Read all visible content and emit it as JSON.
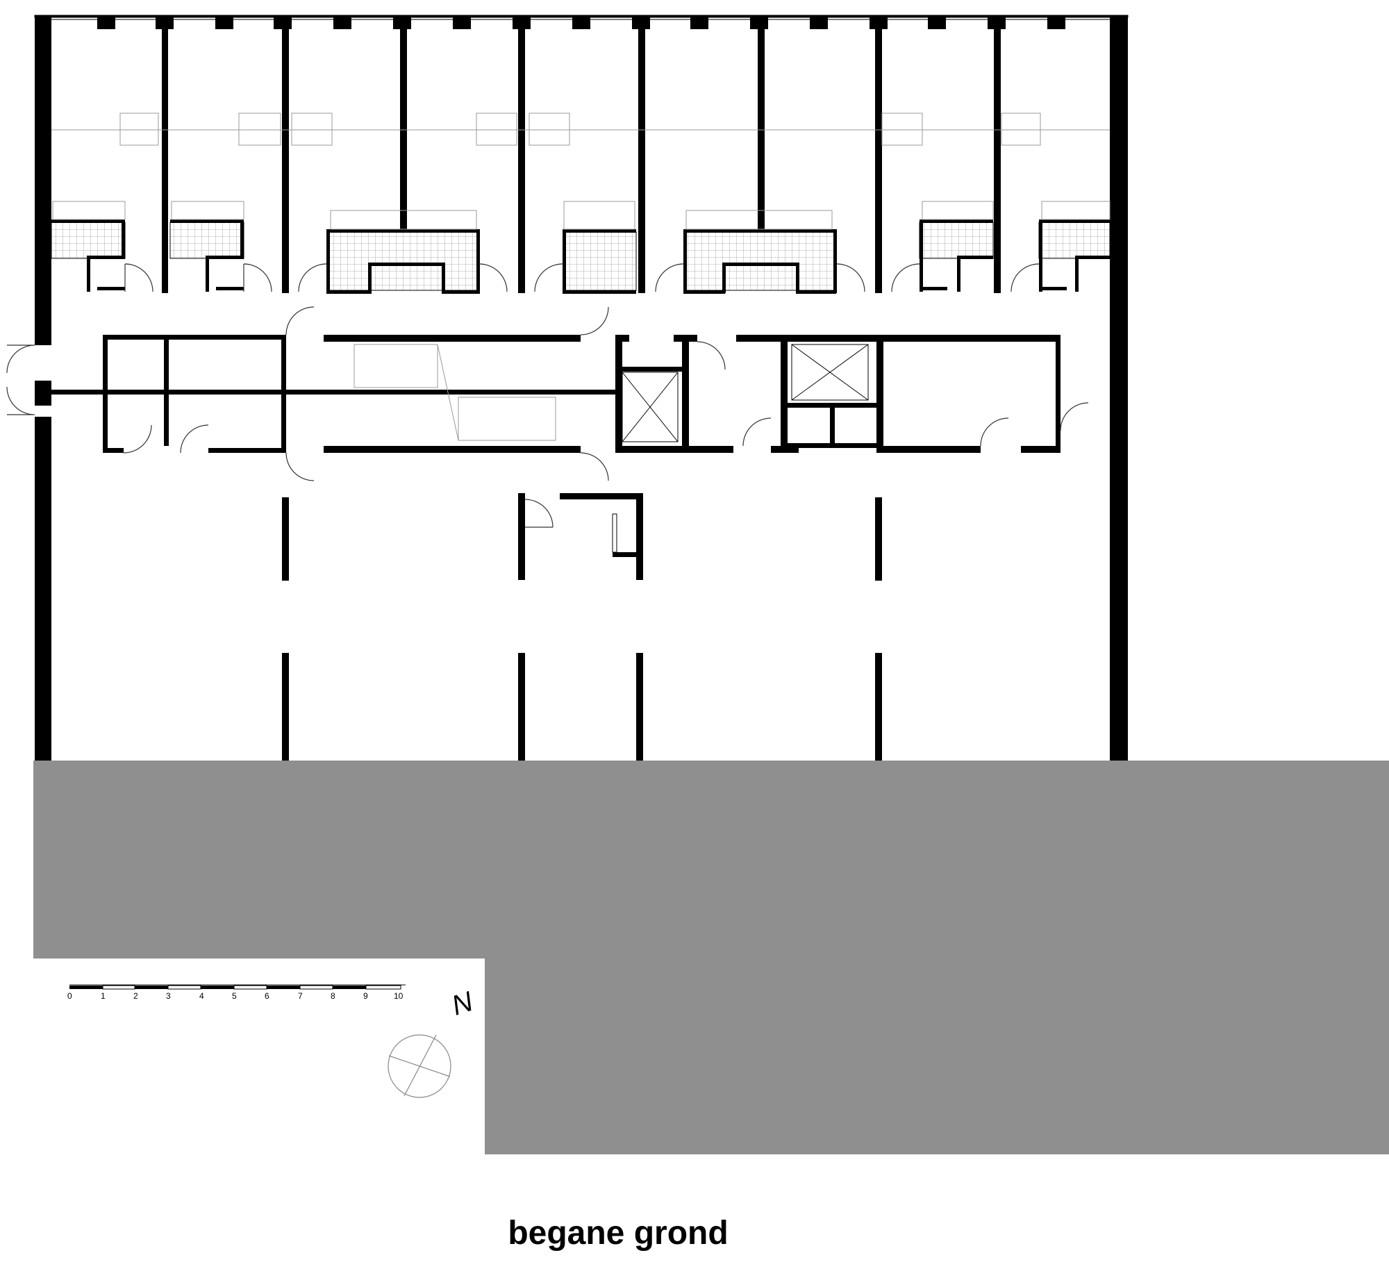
{
  "drawing": {
    "caption": "begane grond",
    "colors": {
      "wall": "#000000",
      "site_fill": "#8f8f8f",
      "background": "#ffffff",
      "tile_pattern": "#9a9a9a"
    }
  },
  "scale_bar": {
    "labels": [
      "0",
      "1",
      "2",
      "3",
      "4",
      "5",
      "6",
      "7",
      "8",
      "9",
      "10"
    ]
  },
  "north_arrow": {
    "letter": "N",
    "icon": "north-arrow-icon"
  }
}
